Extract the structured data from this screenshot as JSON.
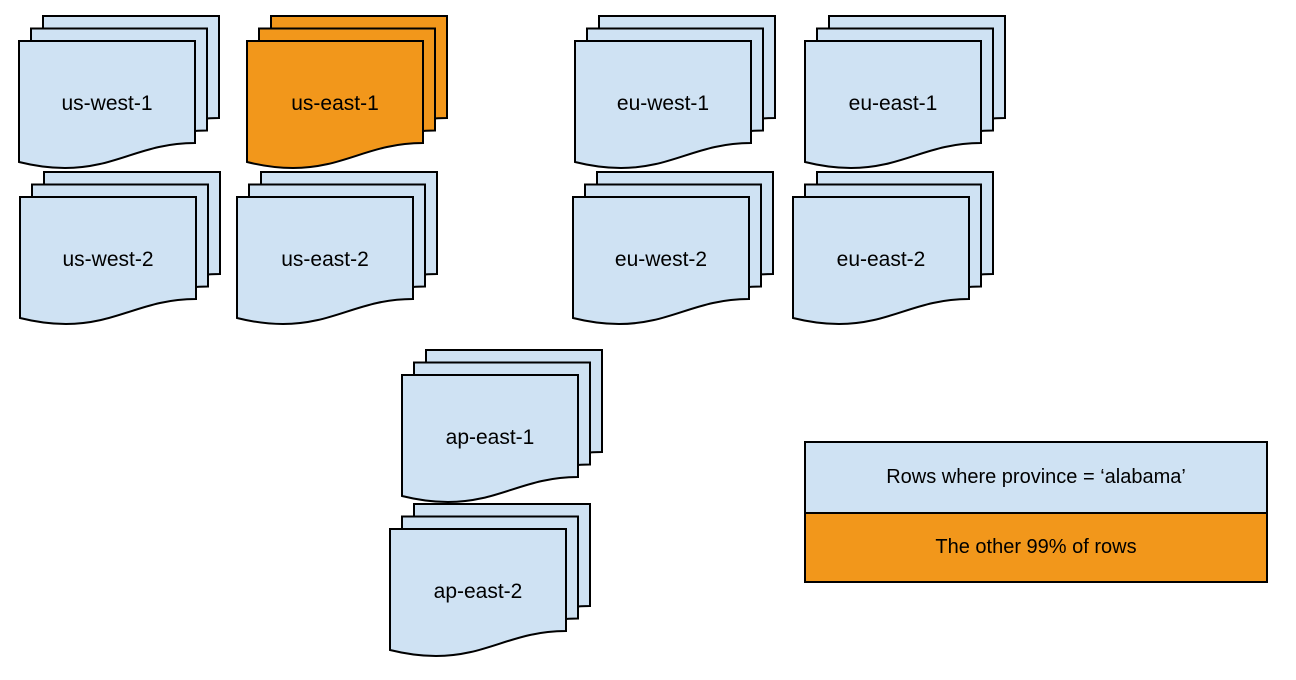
{
  "colors": {
    "region_fill": "#cfe2f3",
    "highlight_fill": "#f2971b",
    "stroke": "#000000",
    "text": "#000000",
    "background": "#ffffff"
  },
  "stacks": [
    {
      "label": "us-west-1",
      "variant": "default"
    },
    {
      "label": "us-east-1",
      "variant": "highlight"
    },
    {
      "label": "eu-west-1",
      "variant": "default"
    },
    {
      "label": "eu-east-1",
      "variant": "default"
    },
    {
      "label": "us-west-2",
      "variant": "default"
    },
    {
      "label": "us-east-2",
      "variant": "default"
    },
    {
      "label": "eu-west-2",
      "variant": "default"
    },
    {
      "label": "eu-east-2",
      "variant": "default"
    },
    {
      "label": "ap-east-1",
      "variant": "default"
    },
    {
      "label": "ap-east-2",
      "variant": "default"
    }
  ],
  "legend": {
    "items": [
      {
        "label": "Rows where province = ‘alabama’",
        "variant": "default"
      },
      {
        "label": "The other 99% of rows",
        "variant": "highlight"
      }
    ]
  }
}
